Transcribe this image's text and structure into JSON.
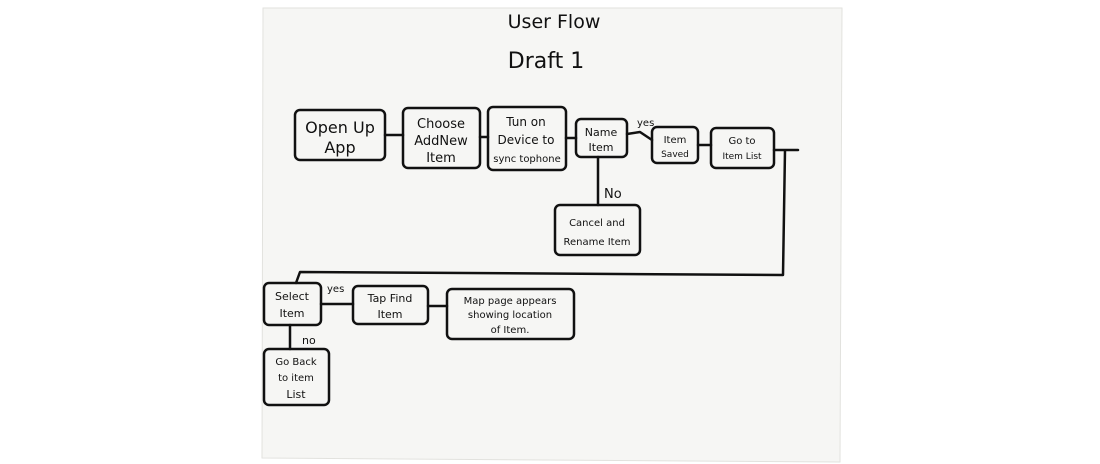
{
  "title": "User Flow",
  "subtitle": "Draft 1",
  "nodes": {
    "open_app": [
      "Open Up",
      "App"
    ],
    "choose_item": [
      "Choose",
      "AddNew",
      "Item"
    ],
    "turn_on_device": [
      "Tun on",
      "Device to",
      "sync tophone"
    ],
    "name_item": [
      "Name",
      "Item"
    ],
    "item_saved": [
      "Item",
      "Saved"
    ],
    "go_to_item_list": [
      "Go to",
      "Item List"
    ],
    "cancel_rename": [
      "Cancel and",
      "Rename Item"
    ],
    "select_item": [
      "Select",
      "Item"
    ],
    "tap_find_item": [
      "Tap Find",
      "Item"
    ],
    "map_page": [
      "Map page appears",
      "showing location",
      "of Item."
    ],
    "go_back": [
      "Go Back",
      "to item",
      "List"
    ]
  },
  "edge_labels": {
    "name_yes": "yes",
    "name_no": "No",
    "select_yes": "yes",
    "select_no": "no"
  },
  "colors": {
    "ink": "#111111",
    "paper": "#f7f7f5",
    "background": "#ffffff"
  }
}
